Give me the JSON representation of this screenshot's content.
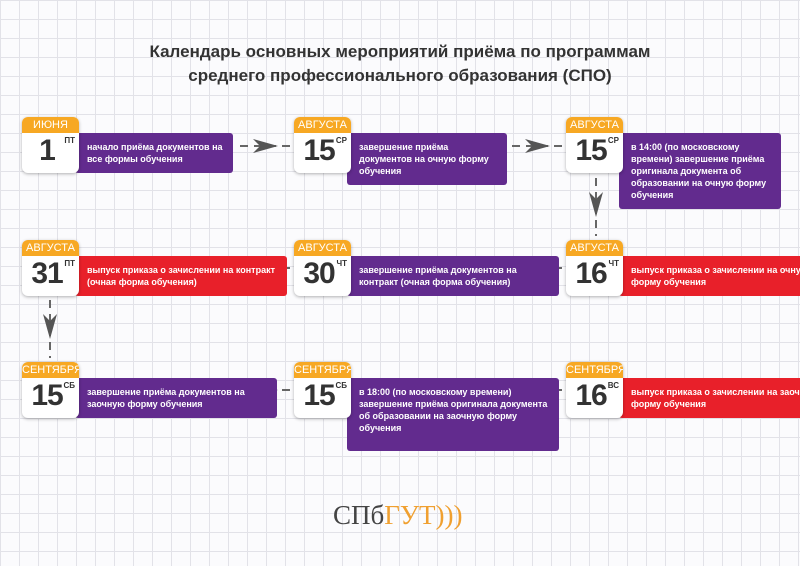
{
  "title_line1": "Календарь основных мероприятий приёма по программам",
  "title_line2": "среднего профессионального образования (СПО)",
  "events": [
    {
      "month": "ИЮНЯ",
      "day": "1",
      "weekday": "ПТ",
      "text": "начало приёма документов на все формы обучения",
      "color": "#622b8e"
    },
    {
      "month": "АВГУСТА",
      "day": "15",
      "weekday": "СР",
      "text": "завершение приёма документов на очную форму обучения",
      "color": "#622b8e"
    },
    {
      "month": "АВГУСТА",
      "day": "15",
      "weekday": "СР",
      "text": "в 14:00 (по московскому времени) завершение приёма оригинала документа об образовании на очную форму обучения",
      "color": "#622b8e"
    },
    {
      "month": "АВГУСТА",
      "day": "16",
      "weekday": "ЧТ",
      "text": "выпуск приказа о зачислении на очную форму обучения",
      "color": "#e8202a"
    },
    {
      "month": "АВГУСТА",
      "day": "30",
      "weekday": "ЧТ",
      "text": "завершение приёма документов на контракт (очная форма обучения)",
      "color": "#622b8e"
    },
    {
      "month": "АВГУСТА",
      "day": "31",
      "weekday": "ПТ",
      "text": "выпуск приказа о зачислении на контракт (очная форма обучения)",
      "color": "#e8202a"
    },
    {
      "month": "СЕНТЯБРЯ",
      "day": "15",
      "weekday": "СБ",
      "text": "завершение приёма документов на заочную форму обучения",
      "color": "#622b8e"
    },
    {
      "month": "СЕНТЯБРЯ",
      "day": "15",
      "weekday": "СБ",
      "text": "в 18:00 (по московскому времени) завершение приёма оригинала документа об образовании на заочную форму обучения",
      "color": "#622b8e"
    },
    {
      "month": "СЕНТЯБРЯ",
      "day": "16",
      "weekday": "ВС",
      "text": "выпуск приказа о зачислении на заочную форму обучения",
      "color": "#e8202a"
    }
  ],
  "logo": {
    "part1": "СПб",
    "part2": "ГУТ)))"
  }
}
